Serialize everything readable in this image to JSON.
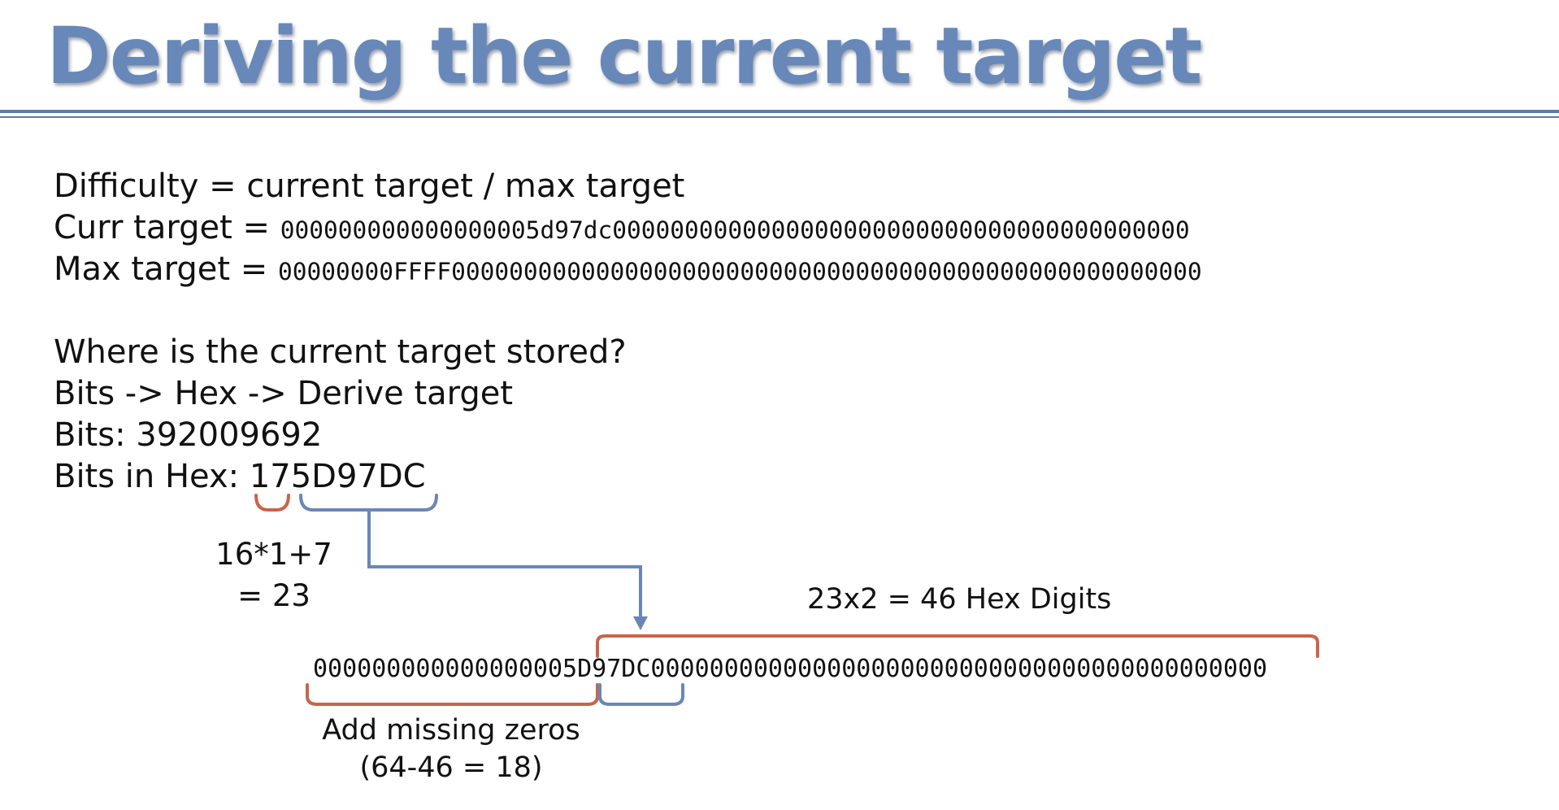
{
  "slide": {
    "title": "Deriving the current target",
    "colors": {
      "title": "#6788b8",
      "rule": "#5b7aa9",
      "orange_bracket": "#c8644c",
      "blue_bracket": "#6a86b6",
      "text": "#111111"
    }
  },
  "content": {
    "difficulty_line": "Difficulty = current target / max target",
    "curr_target_label": "Curr target = ",
    "curr_target_value": "000000000000000005d97dc0000000000000000000000000000000000000000",
    "max_target_label": "Max target = ",
    "max_target_value": "00000000FFFF0000000000000000000000000000000000000000000000000000",
    "question": "Where is the current target stored?",
    "steps": "Bits -> Hex -> Derive target",
    "bits_line": "Bits: 392009692",
    "bits_hex_label": "Bits in Hex: ",
    "bits_hex_value": "175D97DC"
  },
  "annotations": {
    "exponent_calc_1": "16*1+7",
    "exponent_calc_2": "= 23",
    "hex_digits_note": "23x2 = 46 Hex Digits",
    "derived_target": "000000000000000005D97DC000000000000000000000000000000000000000000",
    "missing_zeros_1": "Add missing zeros",
    "missing_zeros_2": "(64-46 = 18)"
  }
}
